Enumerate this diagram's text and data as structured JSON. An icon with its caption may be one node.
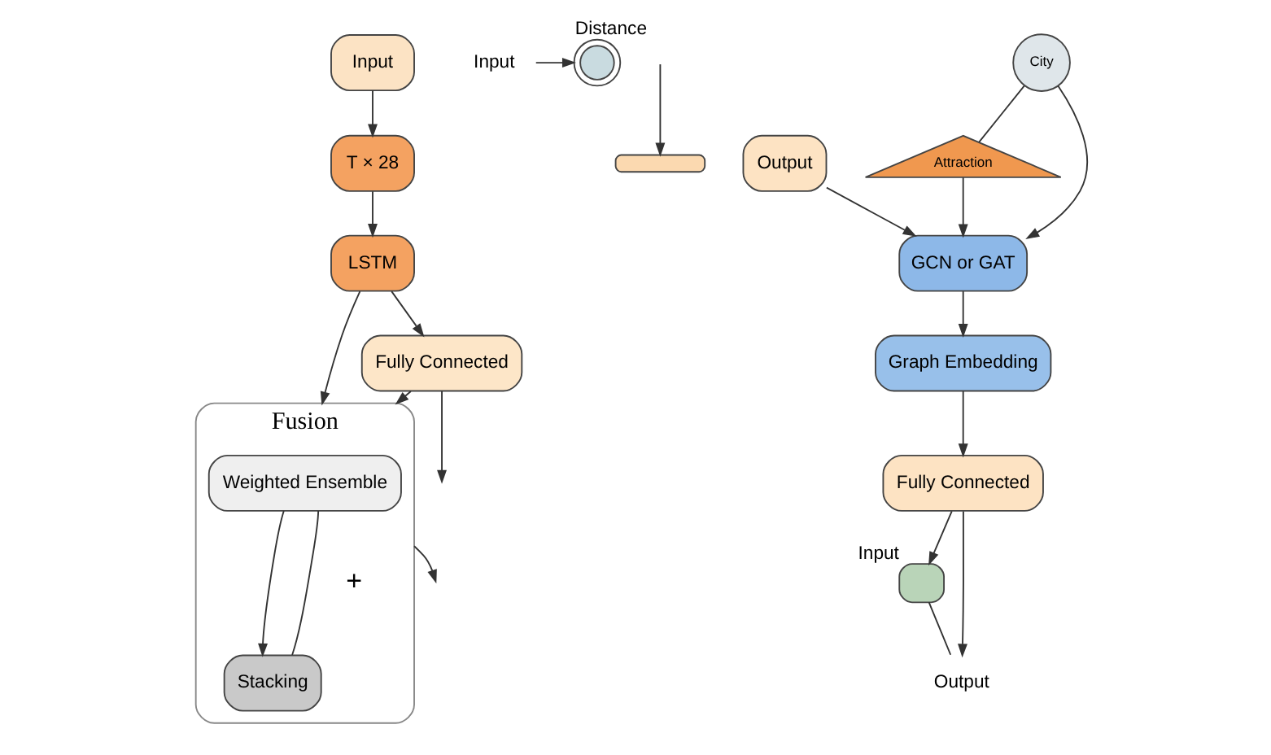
{
  "diagram": {
    "nodes": [
      {
        "text": [
          "Input"
        ]
      },
      {
        "text": [
          "T × 28"
        ]
      },
      {
        "text": [
          "LSTM"
        ]
      },
      {
        "text": [
          "Fully Connected"
        ]
      },
      {
        "text": [
          "Input"
        ]
      },
      {
        "text": [],
        "shape": "network",
        "beside": [
          "Distance"
        ]
      },
      {
        "text": [],
        "shape": "bar"
      },
      {
        "text": [
          "Fusion"
        ]
      },
      {
        "text": [
          "Weighted Ensemble"
        ],
        "in": 7
      },
      {
        "text": [
          "Stacking"
        ],
        "in": 7
      },
      {
        "text": [
          "Output"
        ]
      },
      {
        "text": [
          "City"
        ]
      },
      {
        "text": [
          "Attraction"
        ]
      },
      {
        "text": [
          "GCN or GAT"
        ]
      },
      {
        "text": [
          "Graph Embedding"
        ]
      },
      {
        "text": [
          "Fully Connected"
        ]
      },
      {
        "text": [],
        "shape": "box",
        "beside": [
          "Input"
        ]
      },
      {
        "text": [
          "Output"
        ]
      }
    ],
    "edges": [
      {
        "from": 0,
        "to": 1,
        "arrow": "to"
      },
      {
        "from": 1,
        "to": 2,
        "arrow": "to"
      },
      {
        "from": 2,
        "to": 7,
        "arrow": "to"
      },
      {
        "from": 3,
        "to": 7,
        "arrow": "to"
      },
      {
        "from": 2,
        "to": 3,
        "arrow": "to"
      },
      {
        "from": 3,
        "to": null,
        "arrow": "to"
      },
      {
        "from": 4,
        "to": 5,
        "arrow": "to"
      },
      {
        "from": null,
        "to": 6,
        "arrow": "to"
      },
      {
        "from": 8,
        "to": 9,
        "arrow": "to"
      },
      {
        "from": 9,
        "to": 8,
        "arrow": "none"
      },
      {
        "from": 7,
        "to": null,
        "arrow": "to"
      },
      {
        "from": 10,
        "to": 13,
        "arrow": "to"
      },
      {
        "from": 11,
        "to": 13,
        "arrow": "to"
      },
      {
        "from": 12,
        "to": 13,
        "arrow": "to"
      },
      {
        "from": 11,
        "to": 12,
        "arrow": "none"
      },
      {
        "from": 13,
        "to": 14,
        "arrow": "to"
      },
      {
        "from": 14,
        "to": 15,
        "arrow": "to"
      },
      {
        "from": 15,
        "to": 16,
        "arrow": "to"
      },
      {
        "from": 15,
        "to": 17,
        "arrow": "to"
      },
      {
        "from": 16,
        "to": 17,
        "arrow": "none"
      }
    ],
    "labels": [
      "+"
    ]
  }
}
